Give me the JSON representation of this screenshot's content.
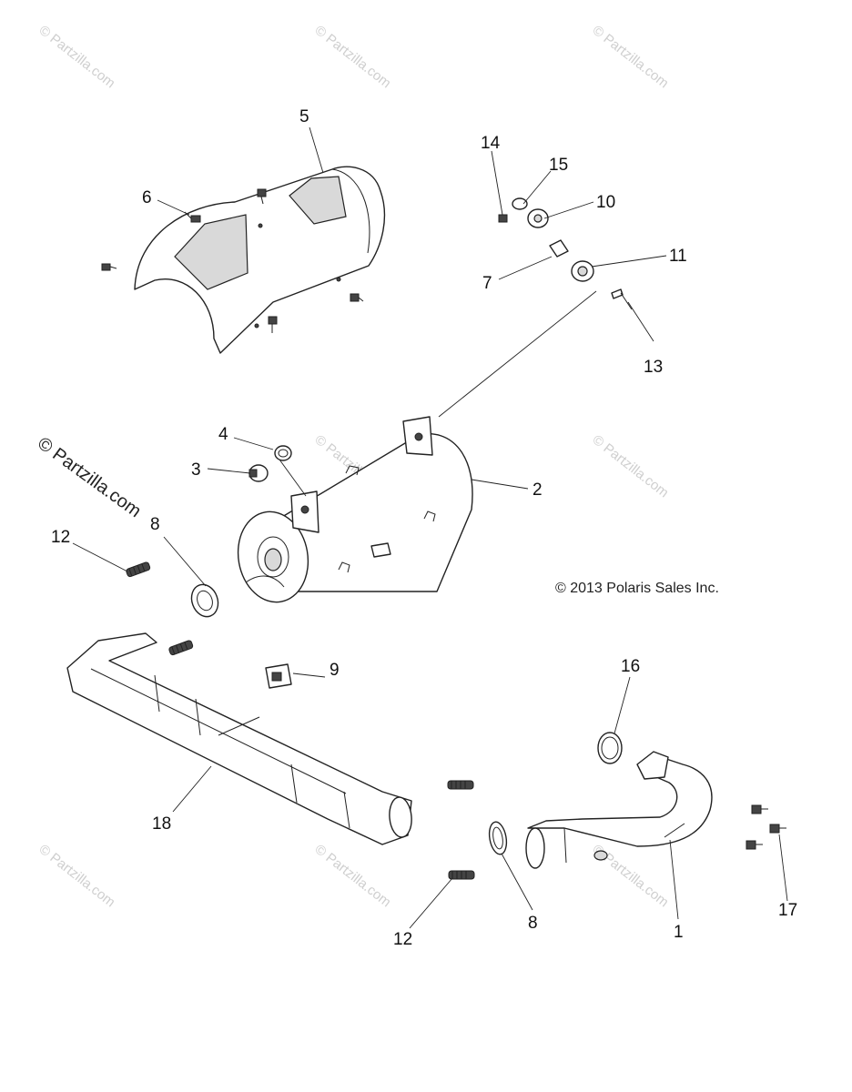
{
  "callouts": {
    "c1": "1",
    "c2": "2",
    "c3": "3",
    "c4": "4",
    "c5": "5",
    "c6": "6",
    "c7": "7",
    "c8a": "8",
    "c8b": "8",
    "c9": "9",
    "c10": "10",
    "c11": "11",
    "c12a": "12",
    "c12b": "12",
    "c13": "13",
    "c14": "14",
    "c15": "15",
    "c16": "16",
    "c17": "17",
    "c18": "18"
  },
  "copyright": "© 2013 Polaris Sales Inc.",
  "watermark": "© Partzilla.com",
  "watermark_large": "© Partzilla.com"
}
